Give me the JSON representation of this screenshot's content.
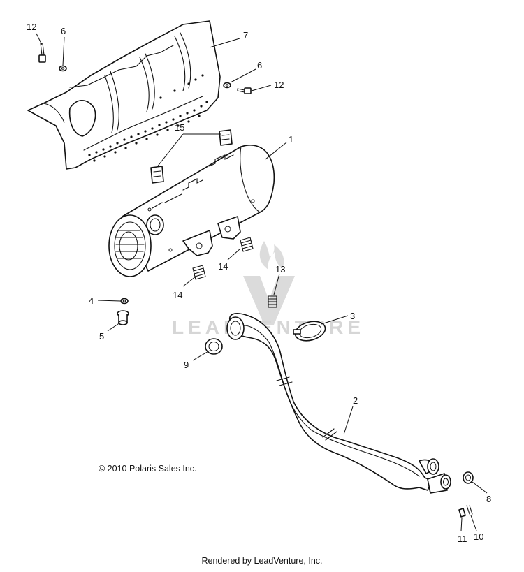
{
  "diagram": {
    "callouts": [
      {
        "id": "12",
        "label": "12"
      },
      {
        "id": "6",
        "label": "6"
      },
      {
        "id": "7",
        "label": "7"
      },
      {
        "id": "6b",
        "label": "6"
      },
      {
        "id": "12b",
        "label": "12"
      },
      {
        "id": "15",
        "label": "15"
      },
      {
        "id": "1",
        "label": "1"
      },
      {
        "id": "14",
        "label": "14"
      },
      {
        "id": "14b",
        "label": "14"
      },
      {
        "id": "13",
        "label": "13"
      },
      {
        "id": "4",
        "label": "4"
      },
      {
        "id": "5",
        "label": "5"
      },
      {
        "id": "3",
        "label": "3"
      },
      {
        "id": "9",
        "label": "9"
      },
      {
        "id": "2",
        "label": "2"
      },
      {
        "id": "8",
        "label": "8"
      },
      {
        "id": "11",
        "label": "11"
      },
      {
        "id": "10",
        "label": "10"
      }
    ],
    "copyright": "© 2010 Polaris Sales Inc.",
    "watermark": "LEADVENTURE"
  },
  "footer": {
    "rendered_by": "Rendered by LeadVenture, Inc."
  }
}
